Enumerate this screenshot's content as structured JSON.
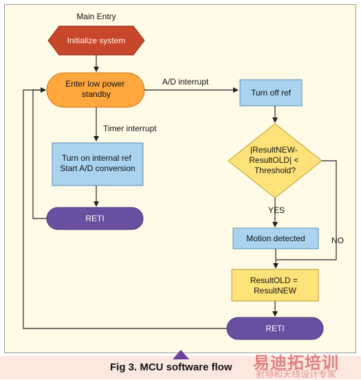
{
  "diagram": {
    "nodes": {
      "main_entry": "Main Entry",
      "initialize": "Initialize system",
      "enter_low_power": [
        "Enter low power",
        "standby"
      ],
      "turn_on_ref": [
        "Turn on internal ref",
        "Start A/D conversion"
      ],
      "reti_left": "RETI",
      "turn_off_ref": "Turn off ref",
      "threshold": [
        "|ResultNEW-",
        "ResultOLD| <",
        "Threshold?"
      ],
      "motion_detected": "Motion detected",
      "result_assign": [
        "ResultOLD =",
        "ResultNEW"
      ],
      "reti_bottom": "RETI"
    },
    "edges": {
      "ad_interrupt": "A/D interrupt",
      "timer_interrupt": "Timer interrupt",
      "yes": "YES",
      "no": "NO"
    },
    "colors": {
      "hexagon": "#c8462a",
      "terminator": "#ffa63d",
      "process": "#a9d3ee",
      "decision": "#ffe27a",
      "reti": "#6a4fa0",
      "result": "#ffe27a"
    }
  },
  "caption": "Fig 3. MCU software flow",
  "watermark": {
    "main": "易迪拓培训",
    "sub": "射频和天线设计专家"
  }
}
